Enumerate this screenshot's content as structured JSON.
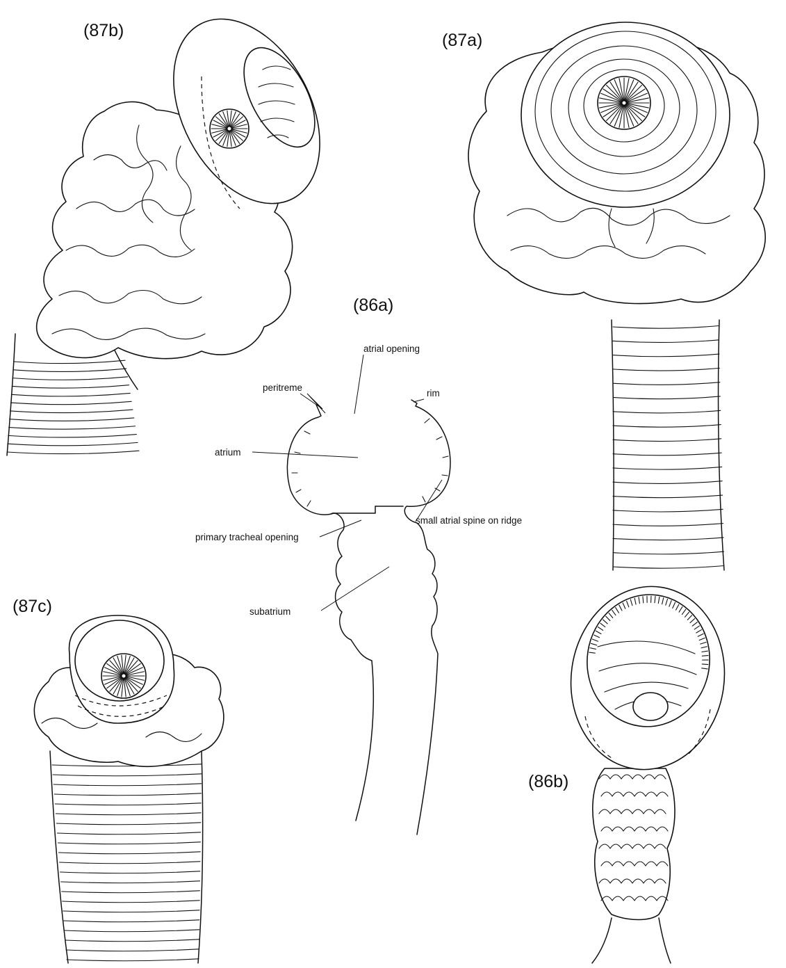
{
  "figure_labels": {
    "fig_87b": "(87b)",
    "fig_87a": "(87a)",
    "fig_86a": "(86a)",
    "fig_87c": "(87c)",
    "fig_86b": "(86b)"
  },
  "callouts_86a": {
    "atrial_opening": "atrial opening",
    "peritreme": "peritreme",
    "rim": "rim",
    "atrium": "atrium",
    "small_atrial_spine": "small atrial spine on ridge",
    "primary_tracheal_opening": "primary tracheal opening",
    "subatrium": "subatrium"
  },
  "colors": {
    "ink": "#111111",
    "paper": "#ffffff"
  }
}
